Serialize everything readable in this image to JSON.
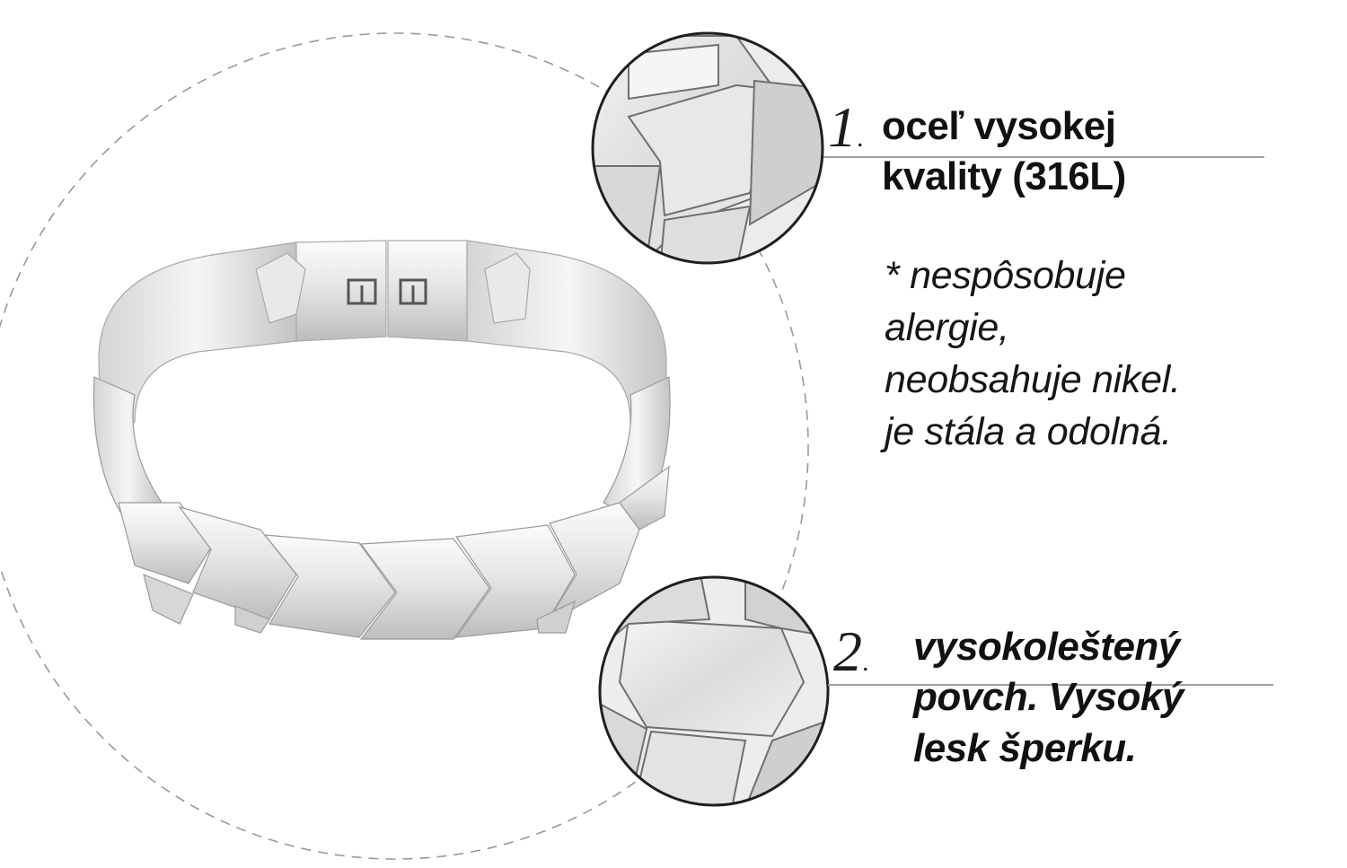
{
  "colors": {
    "text": "#111111",
    "divider": "#9e9e9e",
    "dashed_circle": "#9a9a9a",
    "steel_light": "#f2f2f2",
    "steel_mid": "#c9c9c9",
    "steel_dark": "#8d8d8d"
  },
  "features": [
    {
      "number": "1",
      "heading_lines": [
        "oceľ vysokej",
        "kvality (316L)"
      ],
      "note_lines": [
        "* nespôsobuje",
        "alergie,",
        "neobsahuje nikel.",
        "je stála a odolná."
      ]
    },
    {
      "number": "2",
      "heading_lines": [
        "vysokoleštený",
        "povch. Vysoký",
        "lesk šperku."
      ]
    }
  ]
}
